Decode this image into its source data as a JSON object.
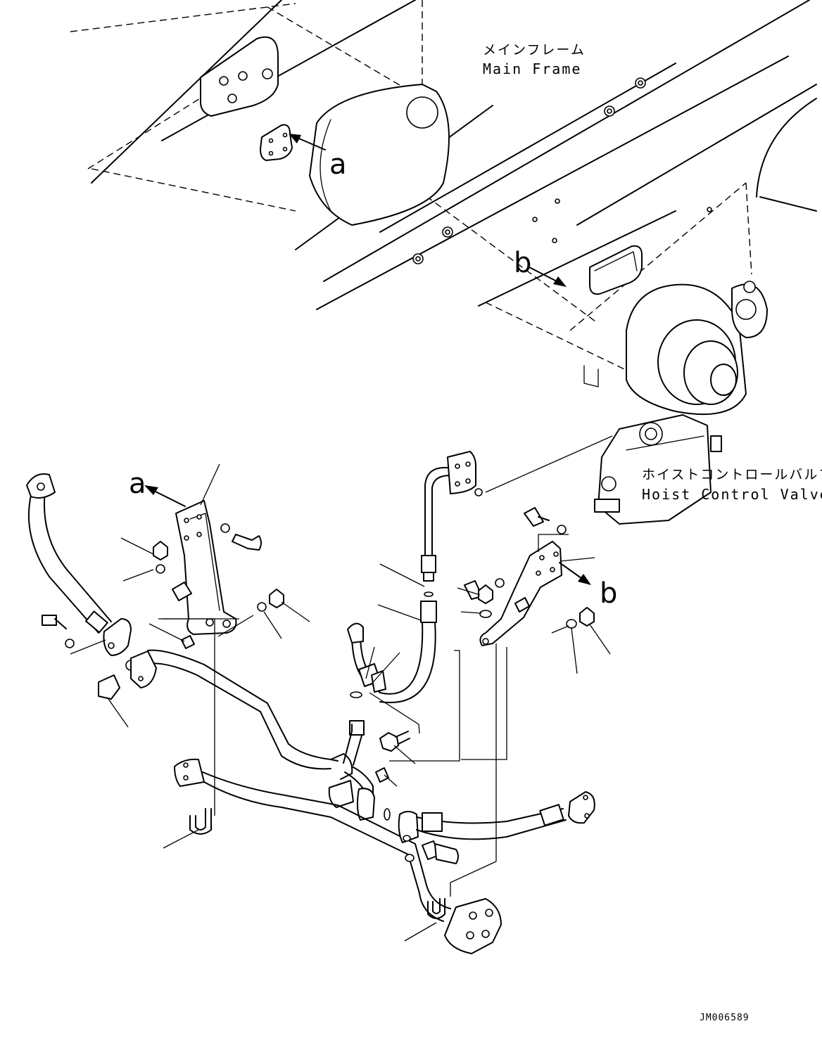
{
  "labels": {
    "main_frame_jp": "メインフレーム",
    "main_frame_en": "Main Frame",
    "hoist_valve_jp": "ホイストコントロールバルブ",
    "hoist_valve_en": "Hoist Control Valve"
  },
  "view_refs": {
    "a_top": "a",
    "b_top": "b",
    "a_bracket": "a",
    "b_bracket": "b"
  },
  "drawing_code": "JM006589",
  "colors": {
    "line": "#000000",
    "background": "#ffffff"
  }
}
